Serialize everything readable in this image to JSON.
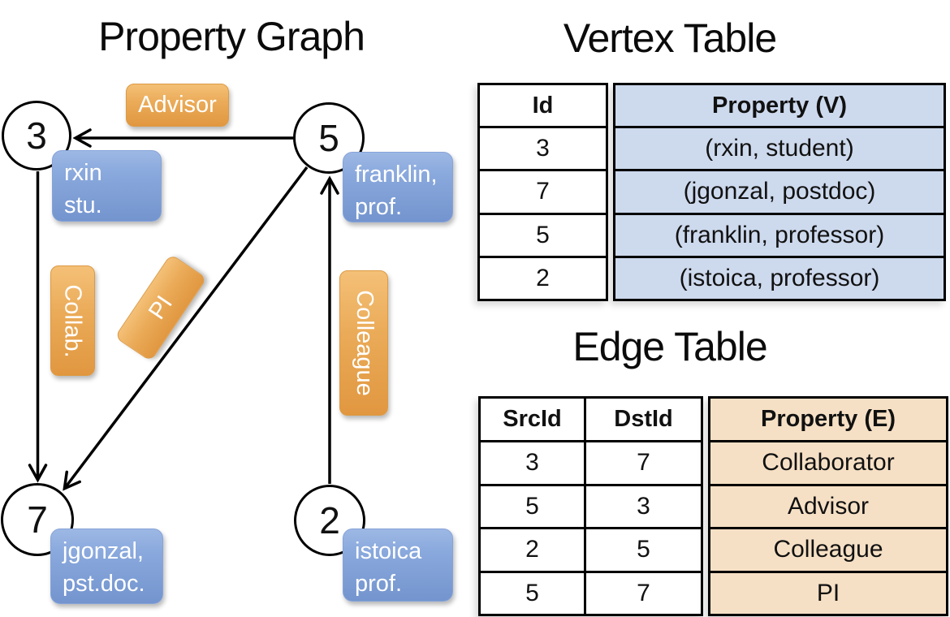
{
  "colors": {
    "edge_label_orange": "#E8A64E",
    "vertex_label_blue": "#7E9DD5",
    "vertex_table_fill": "#CDD9ED",
    "edge_table_fill": "#F6E0C5",
    "line_color": "#000000"
  },
  "graph": {
    "title": "Property Graph",
    "nodes": [
      {
        "id": "3",
        "label": [
          "rxin",
          "stu."
        ]
      },
      {
        "id": "5",
        "label": [
          "franklin,",
          "prof."
        ]
      },
      {
        "id": "7",
        "label": [
          "jgonzal,",
          "pst.doc."
        ]
      },
      {
        "id": "2",
        "label": [
          "istoica",
          "prof."
        ]
      }
    ],
    "edges": [
      {
        "label": "Advisor",
        "from": "5",
        "to": "3"
      },
      {
        "label": "Collab.",
        "from": "3",
        "to": "7"
      },
      {
        "label": "PI",
        "from": "5",
        "to": "7"
      },
      {
        "label": "Colleague",
        "from": "2",
        "to": "5"
      }
    ]
  },
  "vertex_table": {
    "title": "Vertex Table",
    "columns": [
      "Id",
      "Property (V)"
    ],
    "rows": [
      [
        "3",
        "(rxin, student)"
      ],
      [
        "7",
        "(jgonzal, postdoc)"
      ],
      [
        "5",
        "(franklin, professor)"
      ],
      [
        "2",
        "(istoica, professor)"
      ]
    ]
  },
  "edge_table": {
    "title": "Edge Table",
    "columns": [
      "SrcId",
      "DstId",
      "Property (E)"
    ],
    "rows": [
      [
        "3",
        "7",
        "Collaborator"
      ],
      [
        "5",
        "3",
        "Advisor"
      ],
      [
        "2",
        "5",
        "Colleague"
      ],
      [
        "5",
        "7",
        "PI"
      ]
    ]
  }
}
